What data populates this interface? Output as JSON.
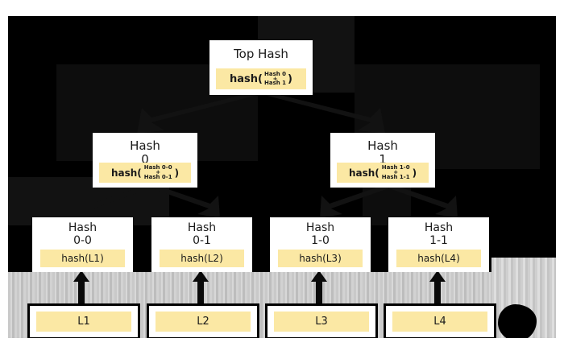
{
  "diagram": {
    "name": "hash-tree",
    "canvas_bg": "#000000",
    "node_bg": "#ffffff",
    "hash_bar_bg": "#fbe8a4",
    "text_color": "#1a1a1a"
  },
  "nodes": {
    "top": {
      "title": "Top Hash",
      "fn": "hash(",
      "arg1": "Hash 0",
      "op": "+",
      "arg2": "Hash 1",
      "close": ")"
    },
    "hash0": {
      "title": "Hash\n0",
      "fn": "hash(",
      "arg1": "Hash 0-0",
      "op": "+",
      "arg2": "Hash 0-1",
      "close": ")"
    },
    "hash1": {
      "title": "Hash\n1",
      "fn": "hash(",
      "arg1": "Hash 1-0",
      "op": "+",
      "arg2": "Hash 1-1",
      "close": ")"
    },
    "hash00": {
      "title": "Hash\n0-0",
      "expr": "hash(L1)"
    },
    "hash01": {
      "title": "Hash\n0-1",
      "expr": "hash(L2)"
    },
    "hash10": {
      "title": "Hash\n1-0",
      "expr": "hash(L3)"
    },
    "hash11": {
      "title": "Hash\n1-1",
      "expr": "hash(L4)"
    }
  },
  "data_blocks": [
    {
      "label": "L1"
    },
    {
      "label": "L2"
    },
    {
      "label": "L3"
    },
    {
      "label": "L4"
    }
  ]
}
